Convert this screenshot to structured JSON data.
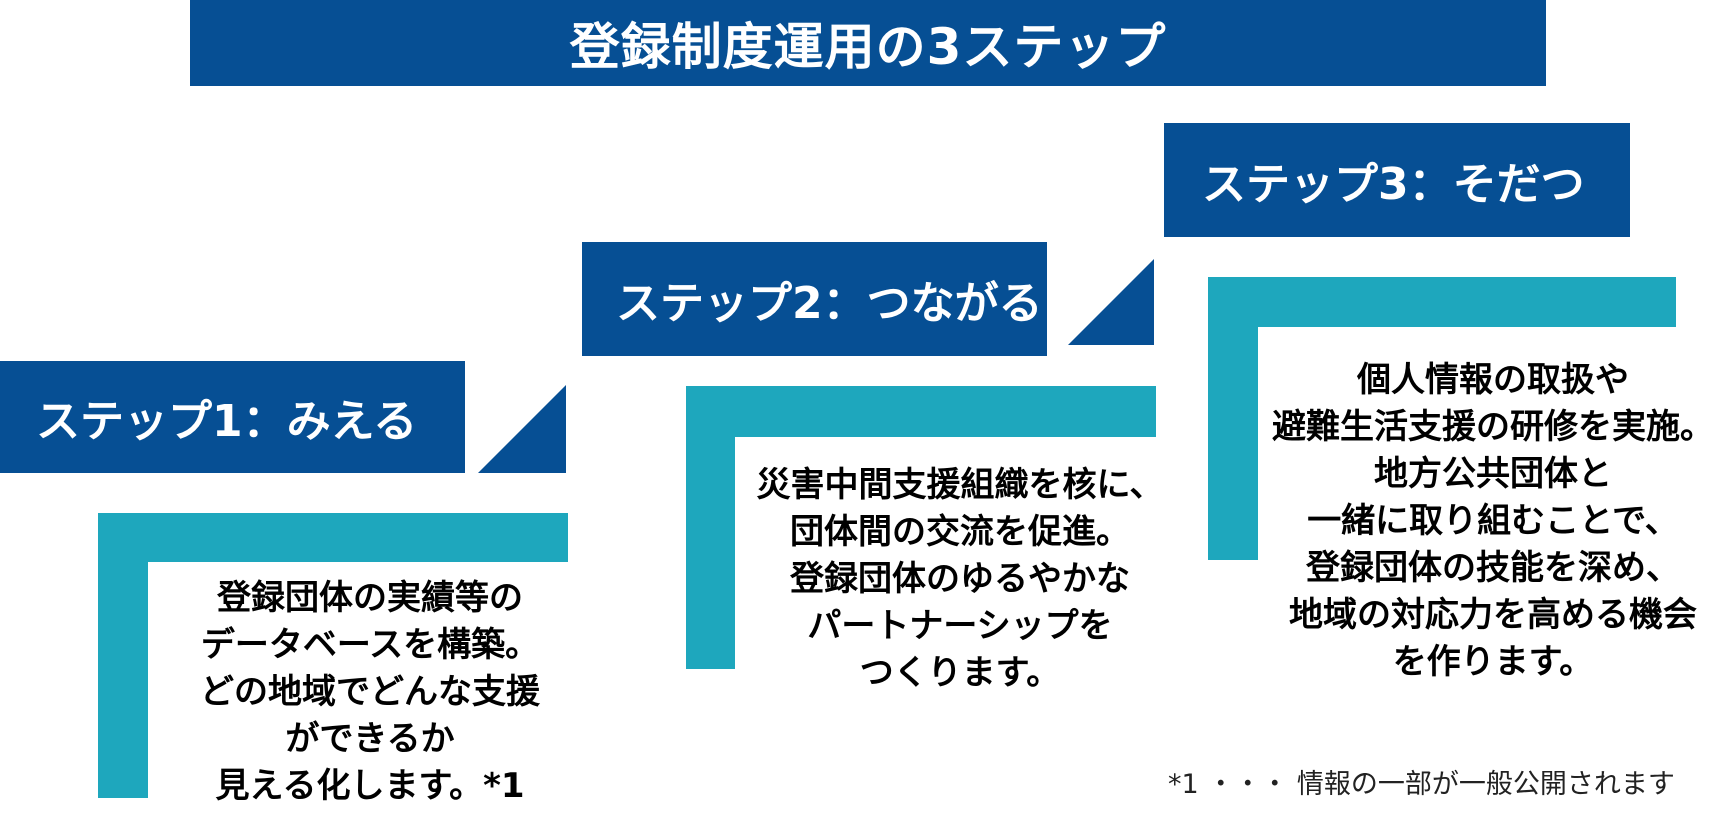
{
  "colors": {
    "primary_blue": "#064f94",
    "accent_teal": "#1ea7bd",
    "text": "#000000"
  },
  "title": "登録制度運用の3ステップ",
  "steps": [
    {
      "label": "ステップ1：みえる",
      "lines": [
        "登録団体の実績等の",
        "データベースを構築。",
        "どの地域でどんな支援",
        "ができるか",
        "見える化します。*1"
      ]
    },
    {
      "label": "ステップ2：つながる",
      "lines": [
        "災害中間支援組織を核に、",
        "団体間の交流を促進。",
        "登録団体のゆるやかな",
        "パートナーシップを",
        "つくります。"
      ]
    },
    {
      "label": "ステップ3：そだつ",
      "lines": [
        "個人情報の取扱や",
        "避難生活支援の研修を実施。",
        "地方公共団体と",
        "一緒に取り組むことで、",
        "登録団体の技能を深め、",
        "地域の対応力を高める機会",
        "を作ります。"
      ]
    }
  ],
  "footnote": "*1 ・・・ 情報の一部が一般公開されます"
}
